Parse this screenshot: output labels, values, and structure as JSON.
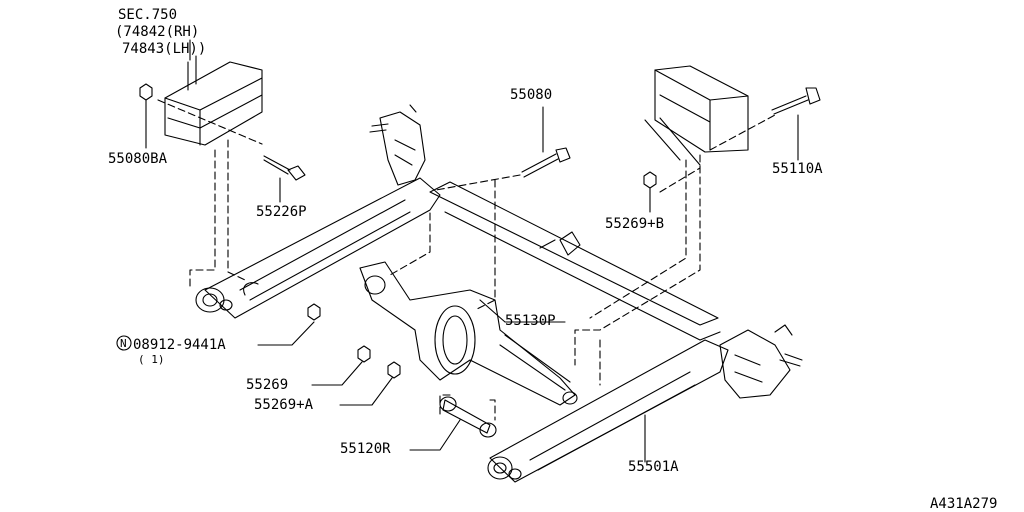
{
  "labels": {
    "sec": "SEC.750",
    "rh": "(74842(RH)",
    "lh": "74843(LH))",
    "p55080BA": "55080BA",
    "p55226P": "55226P",
    "p55080": "55080",
    "p55110A": "55110A",
    "p55269B": "55269+B",
    "n_symbol": "N",
    "p08912": "08912-9441A",
    "qty": "( 1)",
    "p55130P": "55130P",
    "p55269": "55269",
    "p55269A": "55269+A",
    "p55120R": "55120R",
    "p55501A": "55501A",
    "ref": "A431A279"
  }
}
